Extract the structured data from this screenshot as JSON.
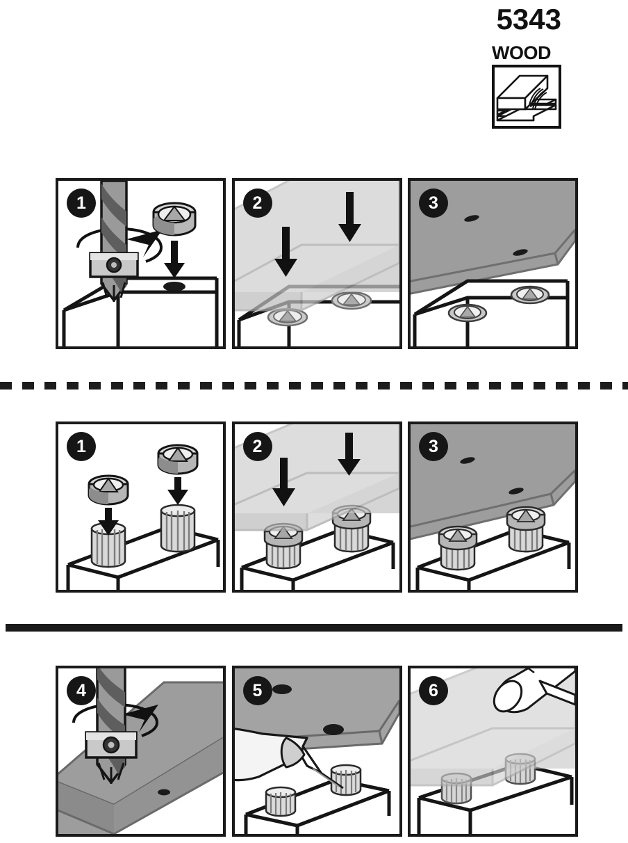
{
  "header": {
    "product_code": "5343",
    "material_label": "WOOD",
    "material_icon": "wood-board-icon"
  },
  "colors": {
    "ink": "#1a1a1a",
    "badge_bg": "#161616",
    "badge_text": "#ffffff",
    "panel_gray_solid": "#9b9b9b",
    "panel_gray_mid": "#b4b4b4",
    "panel_gray_light": "#d4d4d4",
    "panel_gray_pale": "#e6e6e6",
    "metal_light": "#e8e8e8",
    "metal_mid": "#bdbdbd",
    "metal_dark": "#8d8d8d",
    "white": "#ffffff"
  },
  "dividers": [
    {
      "name": "dashed-divider",
      "style": "dashed"
    },
    {
      "name": "solid-divider",
      "style": "solid"
    }
  ],
  "rows": [
    {
      "name": "cam-fitting-sequence",
      "panels": [
        {
          "step": "1",
          "name": "panel-drill-cam-hole",
          "icons": [
            "drill-bit-icon",
            "depth-stop-collar-icon",
            "rotation-arrow-icon",
            "cam-fitting-icon",
            "down-arrow-icon",
            "wood-block-icon",
            "drilled-hole-icon"
          ]
        },
        {
          "step": "2",
          "name": "panel-press-panel-onto-cams",
          "icons": [
            "translucent-panel-icon",
            "down-arrow-icon",
            "down-arrow-icon",
            "cam-fitting-icon",
            "cam-fitting-icon",
            "wood-block-icon"
          ]
        },
        {
          "step": "3",
          "name": "panel-cams-seated",
          "icons": [
            "gray-panel-icon",
            "slot-icon",
            "slot-icon",
            "cam-fitting-icon",
            "cam-fitting-icon",
            "wood-block-icon"
          ]
        }
      ]
    },
    {
      "name": "sleeve-and-cam-sequence",
      "panels": [
        {
          "step": "1",
          "name": "panel-insert-cams-into-sleeves",
          "icons": [
            "cam-fitting-icon",
            "cam-fitting-icon",
            "down-arrow-icon",
            "down-arrow-icon",
            "ribbed-sleeve-icon",
            "ribbed-sleeve-icon",
            "wood-block-icon"
          ]
        },
        {
          "step": "2",
          "name": "panel-press-panel-onto-sleeves",
          "icons": [
            "translucent-panel-icon",
            "down-arrow-icon",
            "down-arrow-icon",
            "ribbed-sleeve-icon",
            "ribbed-sleeve-icon",
            "wood-block-icon"
          ]
        },
        {
          "step": "3",
          "name": "panel-sleeves-seated",
          "icons": [
            "gray-panel-icon",
            "slot-icon",
            "slot-icon",
            "ribbed-sleeve-icon",
            "ribbed-sleeve-icon",
            "wood-block-icon"
          ]
        }
      ]
    },
    {
      "name": "dowel-glue-sequence",
      "panels": [
        {
          "step": "4",
          "name": "panel-drill-panel-hole",
          "icons": [
            "drill-bit-icon",
            "depth-stop-collar-icon",
            "rotation-arrow-icon",
            "gray-panel-icon",
            "drilled-hole-icon"
          ]
        },
        {
          "step": "5",
          "name": "panel-apply-glue",
          "icons": [
            "glue-bottle-icon",
            "gray-panel-icon",
            "drilled-hole-icon",
            "drilled-hole-icon",
            "ribbed-dowel-icon",
            "ribbed-dowel-icon",
            "wood-block-icon"
          ]
        },
        {
          "step": "6",
          "name": "panel-tap-panel-home",
          "icons": [
            "mallet-icon",
            "translucent-panel-icon",
            "ribbed-dowel-icon",
            "ribbed-dowel-icon",
            "wood-block-icon"
          ]
        }
      ]
    }
  ]
}
